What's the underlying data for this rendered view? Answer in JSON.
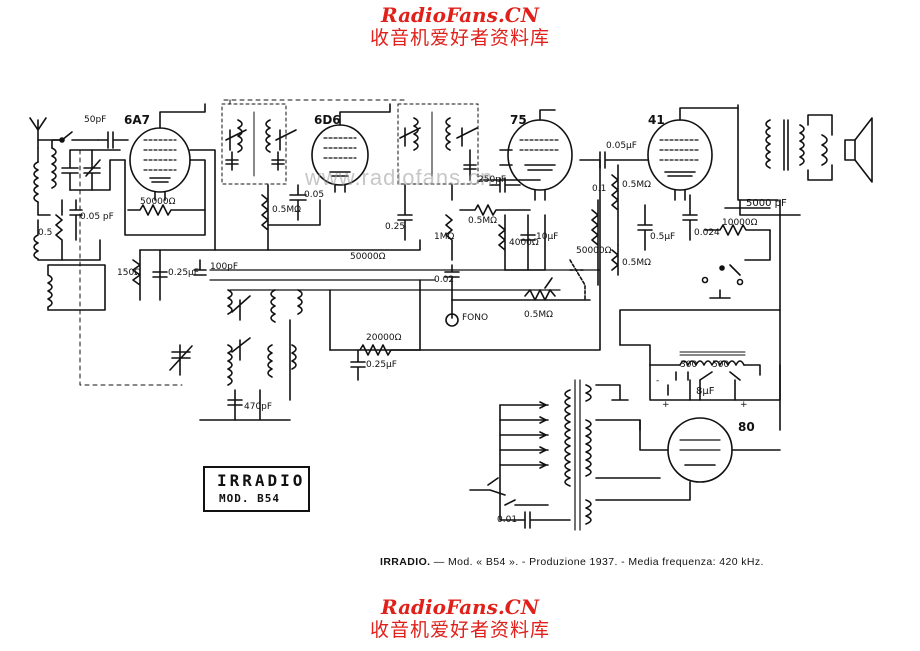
{
  "watermark": {
    "site": "RadioFans.CN",
    "chinese": "收音机爱好者资料库",
    "faint_url": "www.radiofans.cn",
    "color": "#e0211b"
  },
  "tubes": [
    "6A7",
    "6D6",
    "75",
    "41",
    "80"
  ],
  "labels": {
    "c_50pf": "50pF",
    "r_50000_a": "50000Ω",
    "c_005_a": "0.05",
    "c_005_pf": "0.05 pF",
    "c_05": "0.5",
    "r_05ma_a": "0.5MΩ",
    "c_025_a": "0.25",
    "r_50000_b": "50000Ω",
    "r_150": "150Ω",
    "c_025mf": "0.25μF",
    "c_100pf": "100pF",
    "c_250pf": "250pF",
    "r_05ma_b": "0.5MΩ",
    "r_4000": "4000Ω",
    "c_10mf": "10μF",
    "r_1ma": "1MΩ",
    "c_002": "0.02",
    "fono": "FONO",
    "pot_05ma": "0.5MΩ",
    "c_005mf": "0.05μF",
    "r_05ma_c": "0.5MΩ",
    "r_05ma_d": "0.5MΩ",
    "r_50000_c": "50000Ω",
    "r_01": "0.1",
    "c_05mf": "0.5μF",
    "c_0024": "0.024",
    "c_5000pf": "5000 pF",
    "r_10000": "10000Ω",
    "r_20000": "20000Ω",
    "c_025mf_b": "0.25μF",
    "c_470pf": "470pF",
    "r_300a": "300",
    "r_300b": "500",
    "c_8mf": "8μF",
    "c_0001": "0.01",
    "plus": "+",
    "minus": "-"
  },
  "brand": {
    "name": "IRRADIO",
    "model": "MOD. B54"
  },
  "caption": {
    "maker": "IRRADIO.",
    "model": "— Mod. « B54 ».",
    "production": "- Produzione 1937.",
    "if": "- Media frequenza: 420 kHz."
  },
  "colors": {
    "ink": "#111111",
    "background": "#ffffff"
  }
}
